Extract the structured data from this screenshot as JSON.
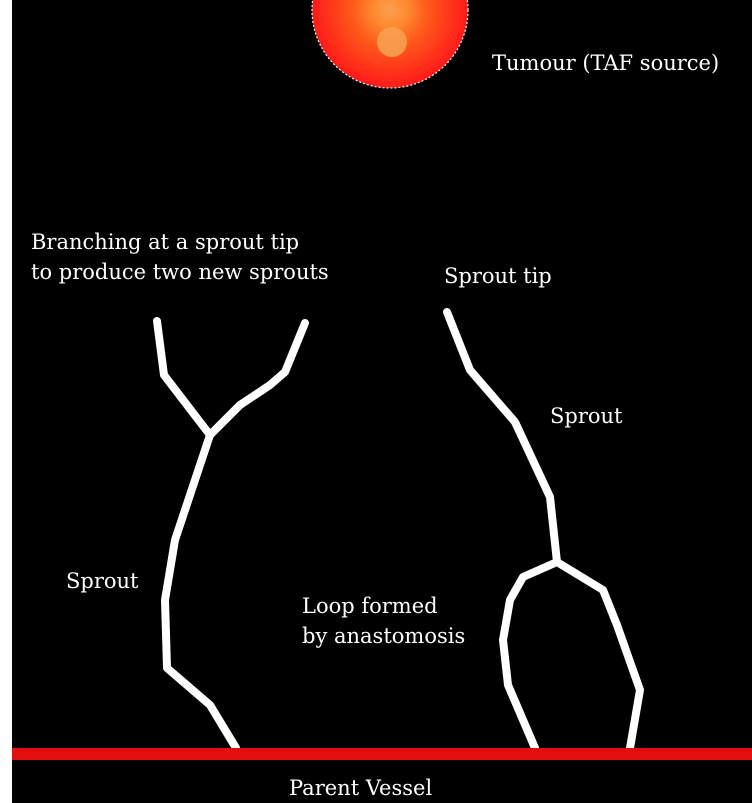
{
  "labels": {
    "tumour": "Tumour (TAF source)",
    "branching": "Branching at a sprout tip\nto produce two new sprouts",
    "sprout_tip": "Sprout tip",
    "sprout_right": "Sprout",
    "sprout_left": "Sprout",
    "loop": "Loop formed\nby anastomosis",
    "parent_vessel": "Parent Vessel"
  },
  "colors": {
    "background": "#000000",
    "vessel": "#ffffff",
    "parent_vessel": "#e30f0f",
    "tumour_outer": "#ff1a1a",
    "tumour_mid": "#ff6a1a",
    "tumour_core": "#f8a050"
  }
}
